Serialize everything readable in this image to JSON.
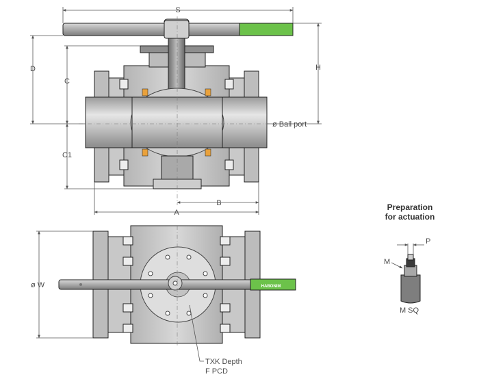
{
  "dimensions": {
    "S": "S",
    "H": "H",
    "D": "D",
    "C": "C",
    "C1": "C1",
    "ball_port": "ø Ball port",
    "B": "B",
    "A": "A",
    "W": "ø W",
    "P": "P",
    "M": "M",
    "M_SQ": "M SQ"
  },
  "callout": {
    "line1": "TXK Depth",
    "line2": "F PCD"
  },
  "prep": {
    "line1": "Preparation",
    "line2": "for actuation"
  },
  "handle": {
    "brand": "HABONIM"
  },
  "colors": {
    "handle_grip": "#6cc24a",
    "body": "#c8c8c8",
    "seal": "#e9a13b"
  }
}
